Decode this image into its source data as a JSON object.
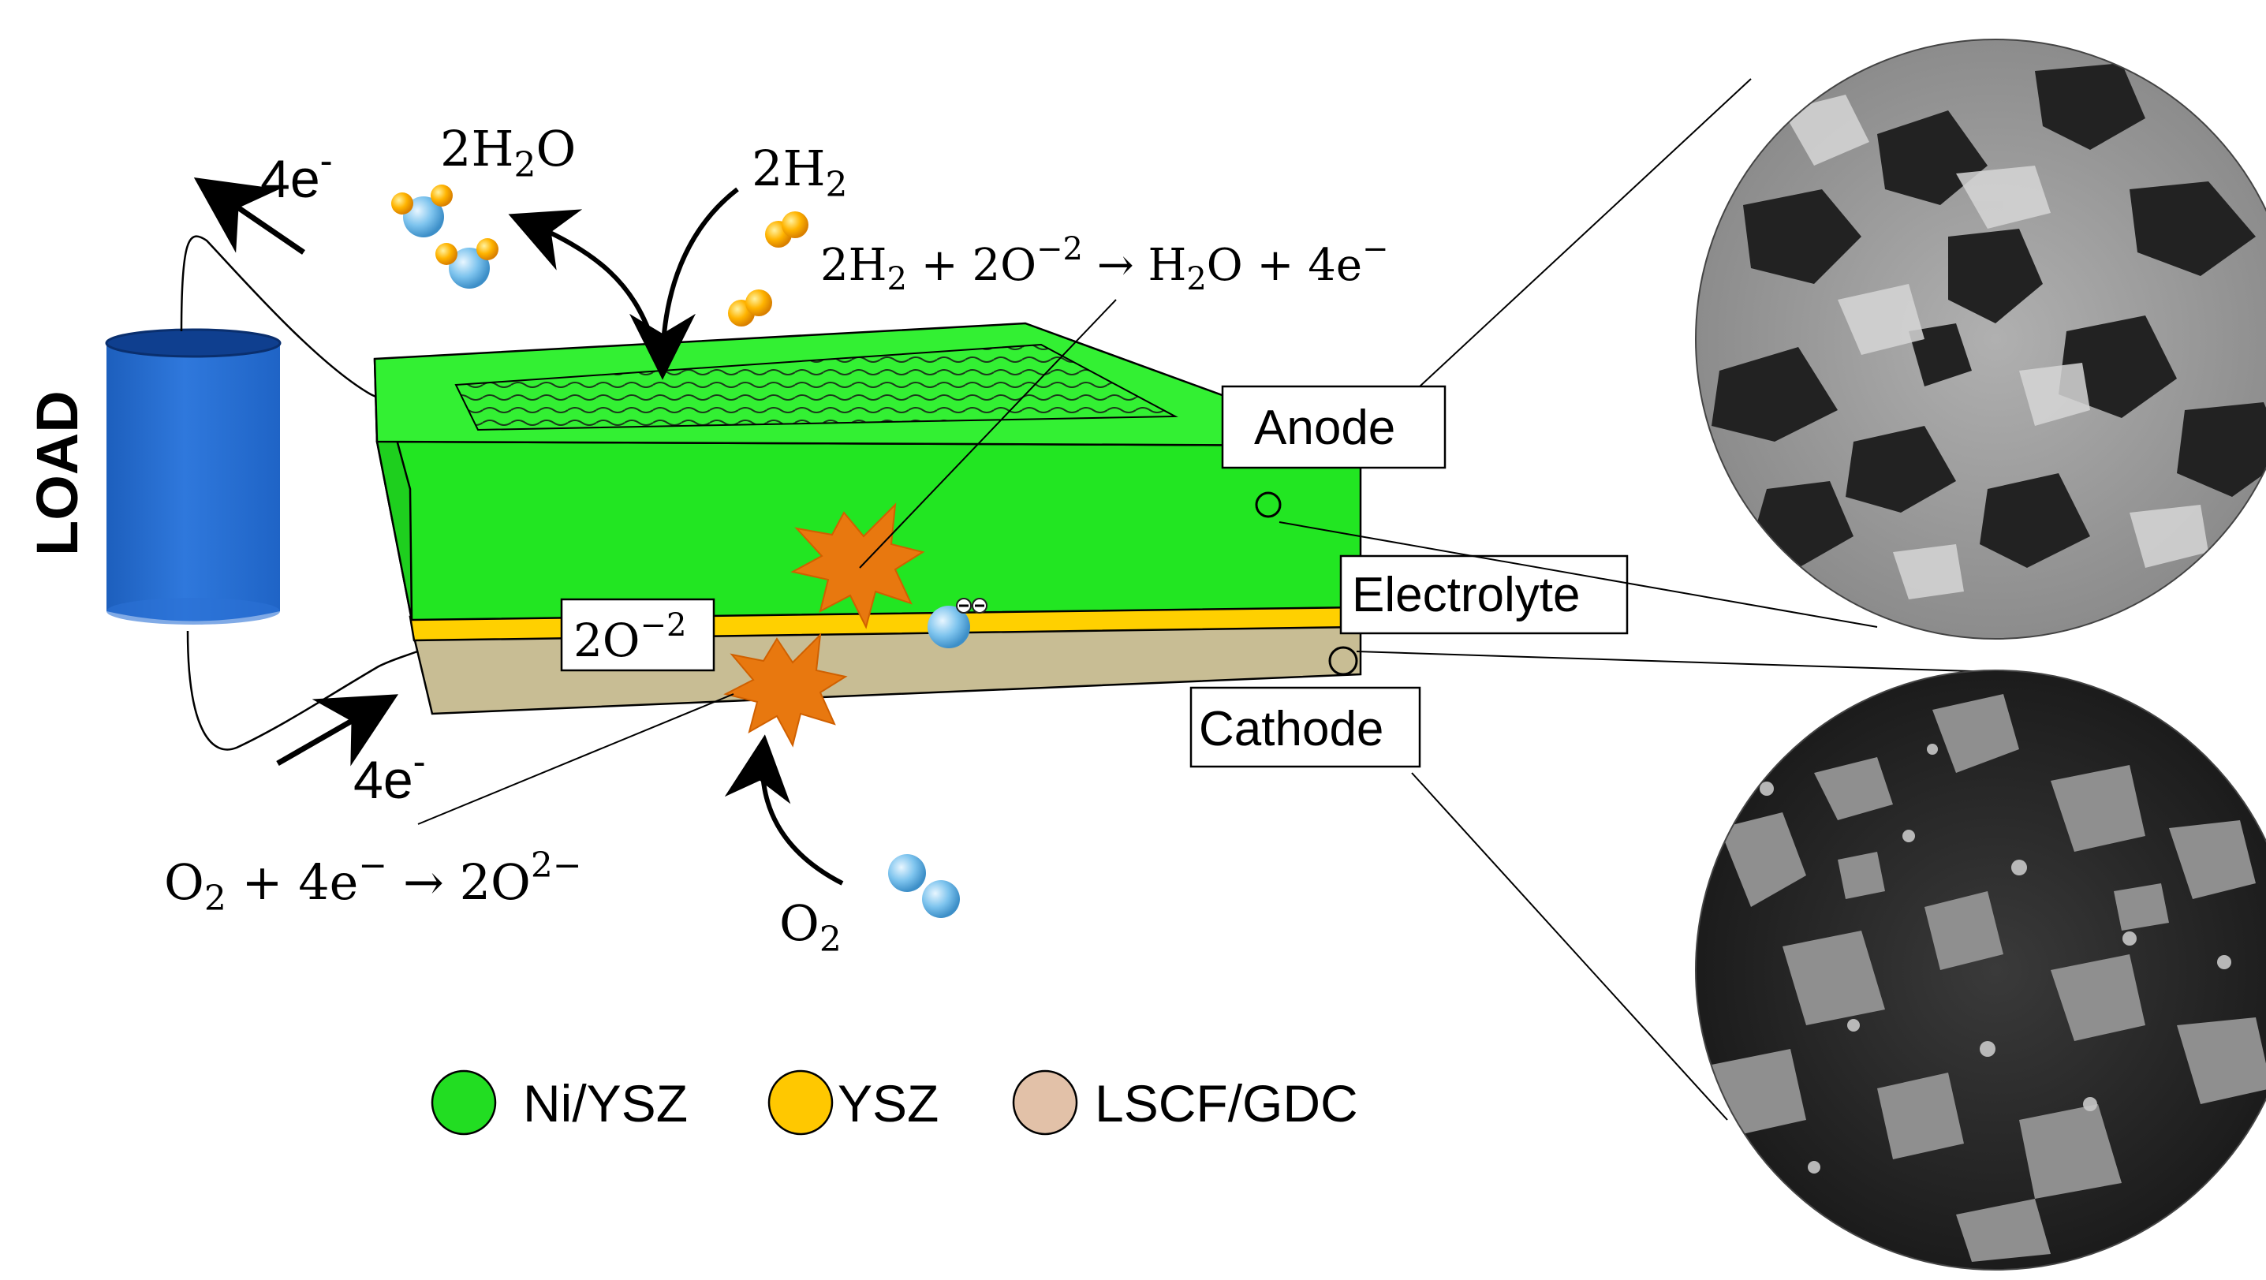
{
  "load_label": "LOAD",
  "electrons_top": {
    "base": "4e",
    "sup": "-"
  },
  "electrons_bottom": {
    "base": "4e",
    "sup": "-"
  },
  "products": {
    "base": "2H",
    "sub": "2",
    "tail": "O"
  },
  "fuel": {
    "base": "2H",
    "sub": "2"
  },
  "anode_reaction": {
    "a": "2H",
    "a_sub": "2",
    "b": " + 2O",
    "b_sup": "−2",
    "c": " → H",
    "c_sub": "2",
    "d": "O + 4e",
    "d_sup": "−"
  },
  "ion_label": {
    "base": "2O",
    "sup": "−2"
  },
  "cathode_reaction": {
    "a": "O",
    "a_sub": "2",
    "b": " + 4e",
    "b_sup": "−",
    "c": " → 2O",
    "c_sup": "2−"
  },
  "oxidant": {
    "base": "O",
    "sub": "2"
  },
  "layer_labels": {
    "anode": "Anode",
    "electrolyte": "Electrolyte",
    "cathode": "Cathode"
  },
  "legend": [
    {
      "label": "Ni/YSZ",
      "color": "#22dd22"
    },
    {
      "label": "YSZ",
      "color": "#ffc800"
    },
    {
      "label": "LSCF/GDC",
      "color": "#e2c1a8"
    }
  ],
  "colors": {
    "anode_layer": "#22e622",
    "electrolyte_layer": "#ffd000",
    "cathode_layer": "#c8bd94",
    "load": "#2a6fd1",
    "spark": "#e8780f"
  }
}
